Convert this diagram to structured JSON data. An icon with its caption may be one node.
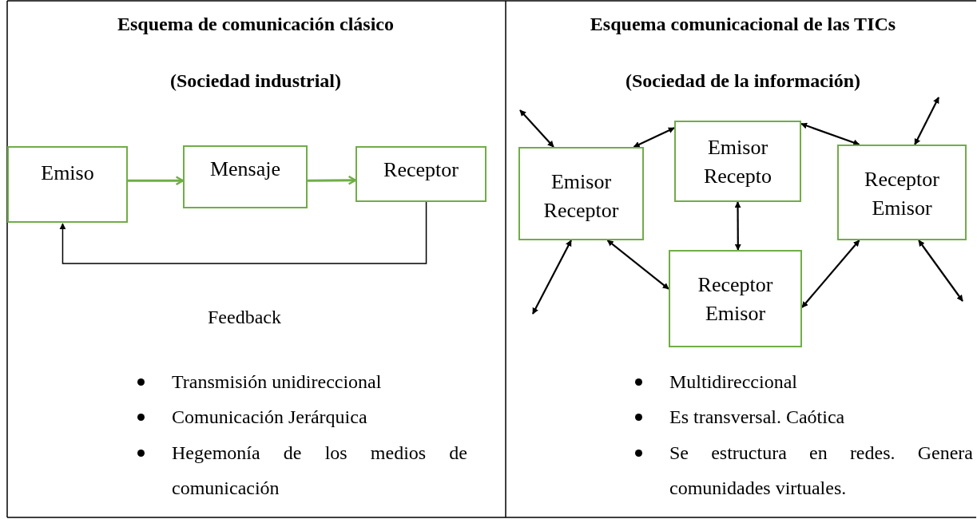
{
  "diagram": {
    "nodes": [
      {
        "text": [
          "Emiso"
        ]
      },
      {
        "text": [
          "Mensaje"
        ]
      },
      {
        "text": [
          "Receptor"
        ]
      },
      {
        "text": [
          "Emisor Receptor"
        ]
      },
      {
        "text": [
          "Emisor Recepto"
        ]
      },
      {
        "text": [
          "Receptor Emisor"
        ]
      },
      {
        "text": [
          "Receptor Emisor"
        ]
      }
    ],
    "edges": [
      {
        "from": 0,
        "to": 1,
        "arrow": "to",
        "color": "#70ad47"
      },
      {
        "from": 1,
        "to": 2,
        "arrow": "to",
        "color": "#70ad47"
      },
      {
        "from": 2,
        "to": 0,
        "arrow": "to"
      },
      {
        "from": 3,
        "to": 4,
        "arrow": "both"
      },
      {
        "from": 4,
        "to": 5,
        "arrow": "both"
      },
      {
        "from": 4,
        "to": 6,
        "arrow": "both"
      },
      {
        "from": 3,
        "to": 6,
        "arrow": "both"
      },
      {
        "from": 6,
        "to": 5,
        "arrow": "both"
      },
      {
        "from": null,
        "to": 3,
        "arrow": "both"
      },
      {
        "from": null,
        "to": 3,
        "arrow": "both"
      },
      {
        "from": null,
        "to": 5,
        "arrow": "both"
      },
      {
        "from": null,
        "to": 5,
        "arrow": "both"
      }
    ],
    "labels": [
      "Esquema de comunicación clásico",
      "Esquema comunicacional de las TICs",
      "(Sociedad industrial)",
      "(Sociedad de la información)",
      "Feedback",
      "Transmisión unidireccional",
      "Multidireccional",
      "Comunicación Jerárquica",
      "Es transversal. Caótica",
      "Hegemonía de los medios de comunicación",
      "Se estructura en redes. Genera comunidades virtuales."
    ]
  }
}
